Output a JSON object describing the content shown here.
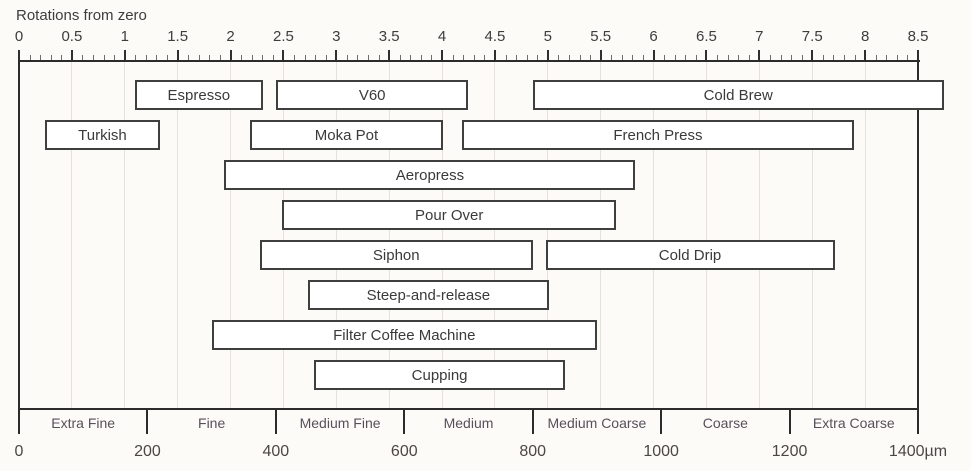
{
  "colors": {
    "background": "#fdfbf8",
    "bar_fill": "#ffffff",
    "bar_border": "#3f3f3f",
    "bar_text": "#3a3a3a",
    "axis_line": "#2b2b2b",
    "gridline": "#e5e2de",
    "top_tick_text": "#3d3d3d",
    "zone_text": "#56505c",
    "micron_text": "#4a4744"
  },
  "chart_data": {
    "type": "range-bar",
    "title": "Rotations from zero",
    "top_axis": {
      "label": "Rotations from zero",
      "unit": "rotations",
      "min": 0,
      "max": 8.5,
      "major_step": 0.5,
      "minor_step": 0.1,
      "tick_labels": [
        "0",
        "0.5",
        "1",
        "1.5",
        "2",
        "2.5",
        "3",
        "3.5",
        "4",
        "4.5",
        "5",
        "5.5",
        "6",
        "6.5",
        "7",
        "7.5",
        "8",
        "8.5"
      ]
    },
    "bottom_axis": {
      "unit": "µm",
      "min": 0,
      "max": 1400,
      "step": 200,
      "tick_labels": [
        "0",
        "200",
        "400",
        "600",
        "800",
        "1000",
        "1200",
        "1400µm"
      ],
      "zones": [
        "Extra Fine",
        "Fine",
        "Medium Fine",
        "Medium",
        "Medium Coarse",
        "Coarse",
        "Extra Coarse"
      ]
    },
    "grid": {
      "visible": true,
      "interval_rotations": 0.5
    },
    "series": [
      {
        "name": "Espresso",
        "row": 0,
        "min_um": 180,
        "max_um": 380
      },
      {
        "name": "V60",
        "row": 0,
        "min_um": 400,
        "max_um": 700
      },
      {
        "name": "Cold Brew",
        "row": 0,
        "min_um": 800,
        "max_um": 1440
      },
      {
        "name": "Turkish",
        "row": 1,
        "min_um": 40,
        "max_um": 220
      },
      {
        "name": "Moka Pot",
        "row": 1,
        "min_um": 360,
        "max_um": 660
      },
      {
        "name": "French Press",
        "row": 1,
        "min_um": 690,
        "max_um": 1300
      },
      {
        "name": "Aeropress",
        "row": 2,
        "min_um": 320,
        "max_um": 960
      },
      {
        "name": "Pour Over",
        "row": 3,
        "min_um": 410,
        "max_um": 930
      },
      {
        "name": "Siphon",
        "row": 4,
        "min_um": 375,
        "max_um": 800
      },
      {
        "name": "Cold Drip",
        "row": 4,
        "min_um": 820,
        "max_um": 1270
      },
      {
        "name": "Steep-and-release",
        "row": 5,
        "min_um": 450,
        "max_um": 825
      },
      {
        "name": "Filter Coffee Machine",
        "row": 6,
        "min_um": 300,
        "max_um": 900
      },
      {
        "name": "Cupping",
        "row": 7,
        "min_um": 460,
        "max_um": 850
      }
    ]
  }
}
